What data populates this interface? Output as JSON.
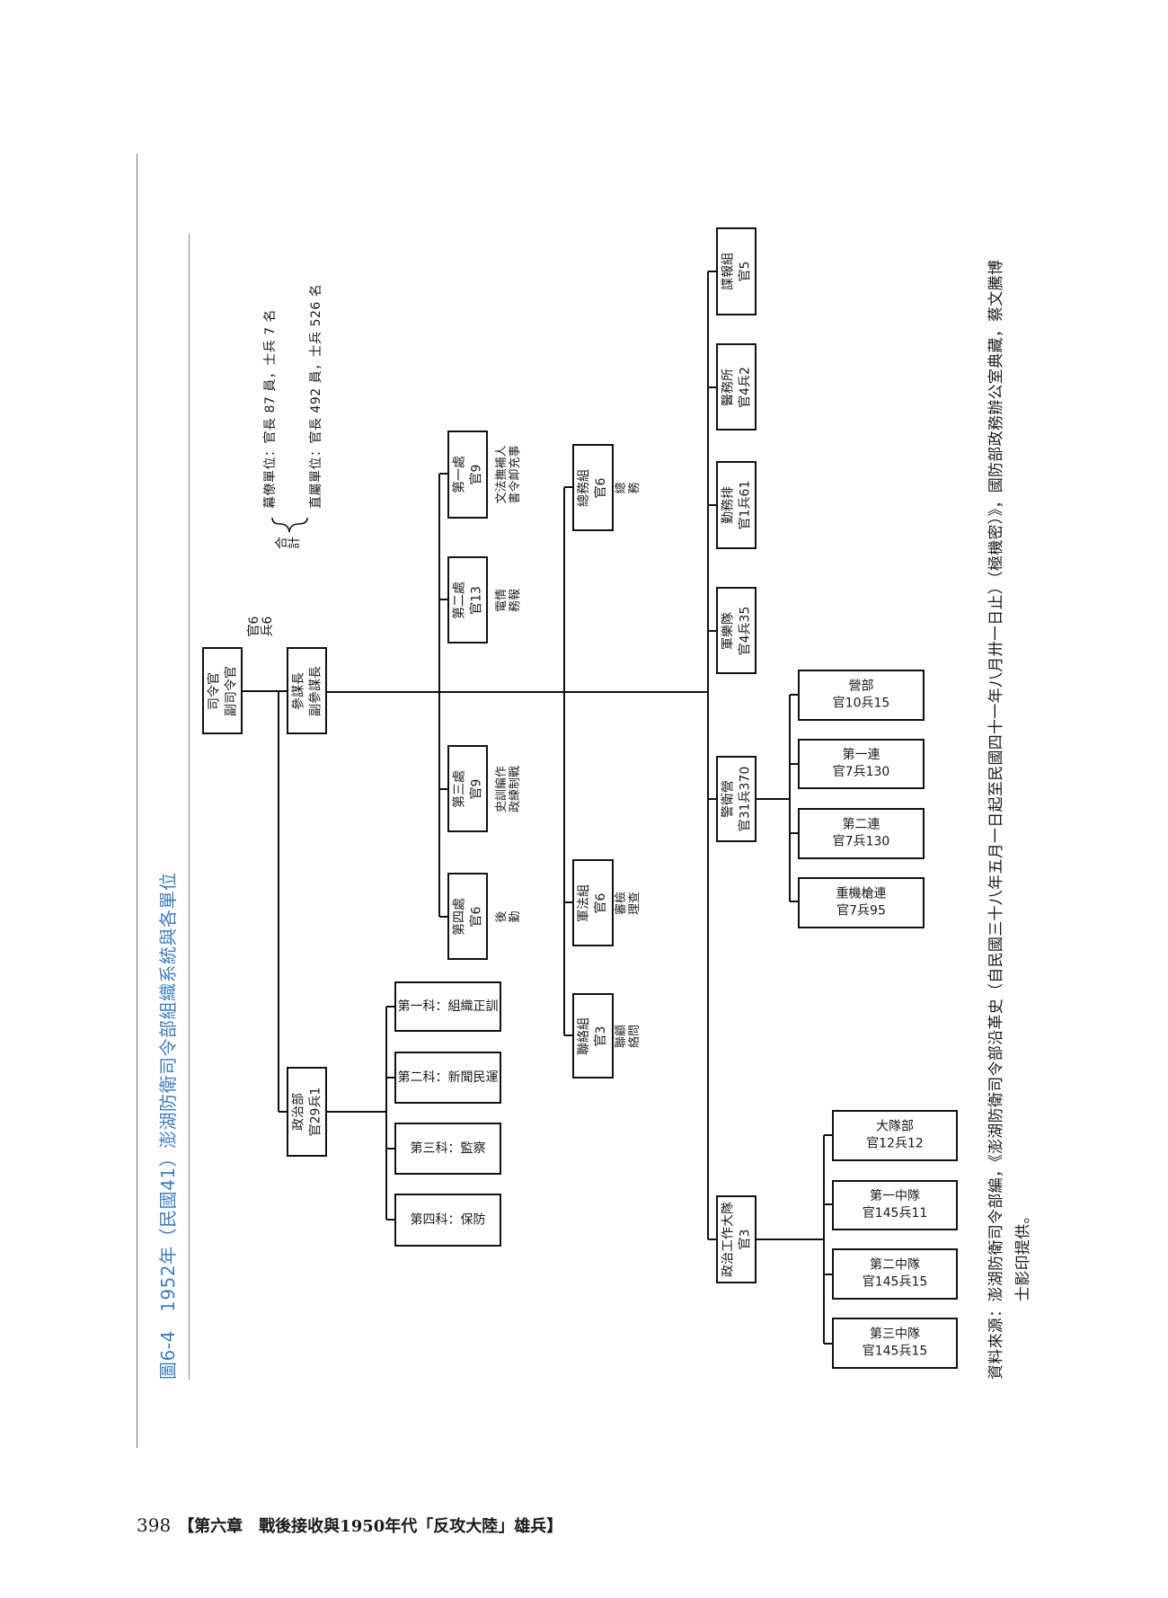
{
  "page": {
    "figure_number": "圖6-4",
    "title": "1952年（民國41）澎湖防衛司令部組織系統與各單位",
    "footer_page": "398",
    "footer_chapter": "【第六章　戰後接收與1950年代「反攻大陸」雄兵】"
  },
  "summary": {
    "label_1": "合",
    "label_2": "計",
    "line_1": "幕僚單位：官長 87 員，士兵 7 名",
    "line_2": "直屬單位：官長 492 員，士兵 526 名"
  },
  "commander_staff": {
    "line_1": "官6",
    "line_2": "兵6"
  },
  "nodes": {
    "commander": {
      "name": "司令官",
      "sub": "副司令官"
    },
    "chief": {
      "name": "參謀長",
      "sub": "副參謀長"
    },
    "political_dept": {
      "name": "政治部",
      "sub": "官29兵1"
    },
    "section1": {
      "name": "第一科：組織正訓"
    },
    "section2": {
      "name": "第二科：新聞民運"
    },
    "section3": {
      "name": "第三科：監察"
    },
    "section4": {
      "name": "第四科：保防"
    },
    "dept1": {
      "name": "第一處",
      "sub": "官9",
      "notes": [
        "文法撫補人",
        "書令卹充事"
      ]
    },
    "dept2": {
      "name": "第二處",
      "sub": "官13",
      "notes": [
        "電情",
        "務報"
      ]
    },
    "dept3": {
      "name": "第三處",
      "sub": "官9",
      "notes": [
        "史訓編作",
        "政練制戰"
      ]
    },
    "dept4": {
      "name": "第四處",
      "sub": "官6",
      "notes": [
        "後",
        "勤"
      ]
    },
    "general_affairs": {
      "name": "總務組",
      "sub": "官6",
      "notes": [
        "總",
        "務"
      ]
    },
    "military_law": {
      "name": "軍法組",
      "sub": "官6",
      "notes": [
        "審檢",
        "理查"
      ]
    },
    "liaison": {
      "name": "聯絡組",
      "sub": "官3",
      "notes": [
        "聯顧",
        "絡問"
      ]
    },
    "intelligence": {
      "name": "諜報組",
      "sub": "官5"
    },
    "medical": {
      "name": "醫務所",
      "sub": "官4兵2"
    },
    "service": {
      "name": "勤務排",
      "sub": "官1兵61"
    },
    "band": {
      "name": "軍樂隊",
      "sub": "官4兵35"
    },
    "guard": {
      "name": "警衛營",
      "sub": "官31兵370"
    },
    "guard_hq": {
      "name": "營部",
      "sub": "官10兵15"
    },
    "company1": {
      "name": "第一連",
      "sub": "官7兵130"
    },
    "company2": {
      "name": "第二連",
      "sub": "官7兵130"
    },
    "mg_company": {
      "name": "重機槍連",
      "sub": "官7兵95"
    },
    "pol_brigade": {
      "name": "政治工作大隊",
      "sub": "官3"
    },
    "brigade_hq": {
      "name": "大隊部",
      "sub": "官12兵12"
    },
    "squad1": {
      "name": "第一中隊",
      "sub": "官145兵11"
    },
    "squad2": {
      "name": "第二中隊",
      "sub": "官145兵15"
    },
    "squad3": {
      "name": "第三中隊",
      "sub": "官145兵15"
    }
  },
  "source": {
    "line_1": "資料來源：澎湖防衛司令部編，《澎湖防衛司令部沿革史（自民國三十八年五月一日起至民國四十一年八月卅一日止）（極機密）》，國防部政務辦公室典藏，蔡文騰博",
    "line_2": "士影印提供。"
  }
}
